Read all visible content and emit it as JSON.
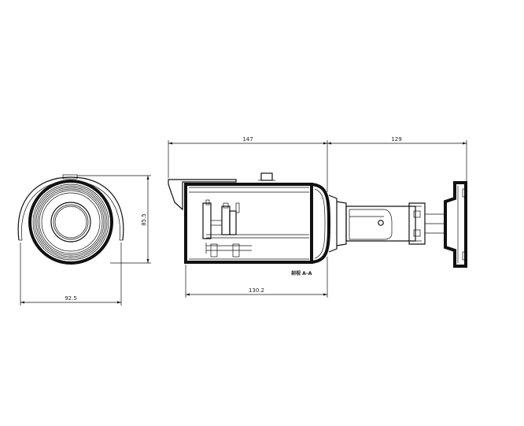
{
  "dimensions": {
    "front_width": "92.5",
    "front_height": "85.5",
    "side_top_left": "147",
    "side_top_right": "129",
    "side_bottom": "130.2"
  },
  "section_label": "剖视 A–A"
}
